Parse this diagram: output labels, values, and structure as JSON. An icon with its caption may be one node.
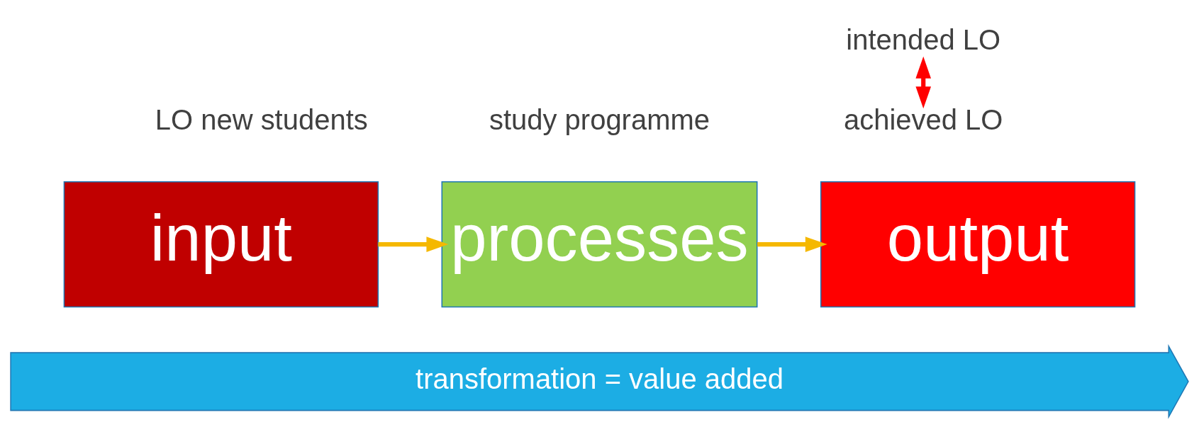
{
  "diagram": {
    "nodes": [
      {
        "text": [
          "intended LO"
        ]
      },
      {
        "text": [
          "achieved LO"
        ]
      },
      {
        "text": [
          "input"
        ]
      },
      {
        "text": [
          "processes"
        ]
      },
      {
        "text": [
          "output"
        ]
      },
      {
        "text": [
          "transformation = value added"
        ]
      }
    ],
    "edges": [
      {
        "from": 0,
        "to": 1,
        "arrow": "both",
        "color": "#ff0000"
      },
      {
        "from": 2,
        "to": 3,
        "arrow": "to"
      },
      {
        "from": 3,
        "to": 4,
        "arrow": "to"
      }
    ],
    "labels": [
      "LO new students",
      "study programme"
    ]
  }
}
